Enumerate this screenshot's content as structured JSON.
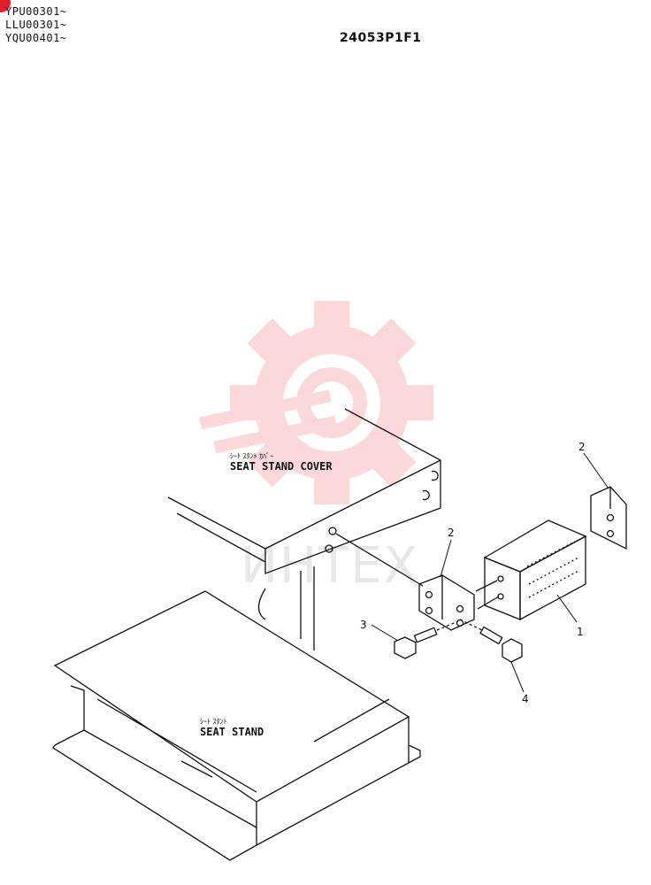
{
  "header": {
    "serials": [
      "YPU00301~",
      "LLU00301~",
      "YQU00401~"
    ],
    "doc_code": "24053P1F1"
  },
  "labels": {
    "seat_stand_cover_jp": "ｼｰﾄ ｽﾀﾝﾄ ｶﾊﾞｰ",
    "seat_stand_cover": "SEAT STAND COVER",
    "seat_stand_jp": "ｼｰﾄ ｽﾀﾝﾄ",
    "seat_stand": "SEAT STAND"
  },
  "callouts": {
    "part_1": "1",
    "part_2_upper": "2",
    "part_2_lower": "2",
    "part_3": "3",
    "part_4": "4"
  },
  "watermark": {
    "text": "ИНТЕХ",
    "color": "#f7a9ac"
  },
  "colors": {
    "line": "#111111",
    "corner_marker": "#e0202a"
  }
}
